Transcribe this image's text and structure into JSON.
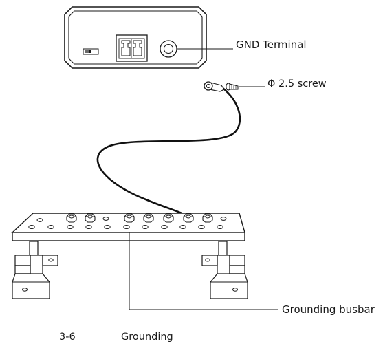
{
  "labels": {
    "gnd_terminal": "GND Terminal",
    "screw": "Φ 2.5 screw",
    "busbar": "Grounding busbar"
  },
  "caption": {
    "number": "3-6",
    "title": "Grounding"
  },
  "icons": [
    "device-box",
    "power-connector",
    "gnd-terminal-port",
    "dip-switch",
    "ring-terminal",
    "screw",
    "ground-wire",
    "busbar",
    "bolt",
    "mounting-bracket"
  ],
  "colors": {
    "line": "#1a1a1a",
    "fill": "#ffffff",
    "wire": "#111111"
  }
}
